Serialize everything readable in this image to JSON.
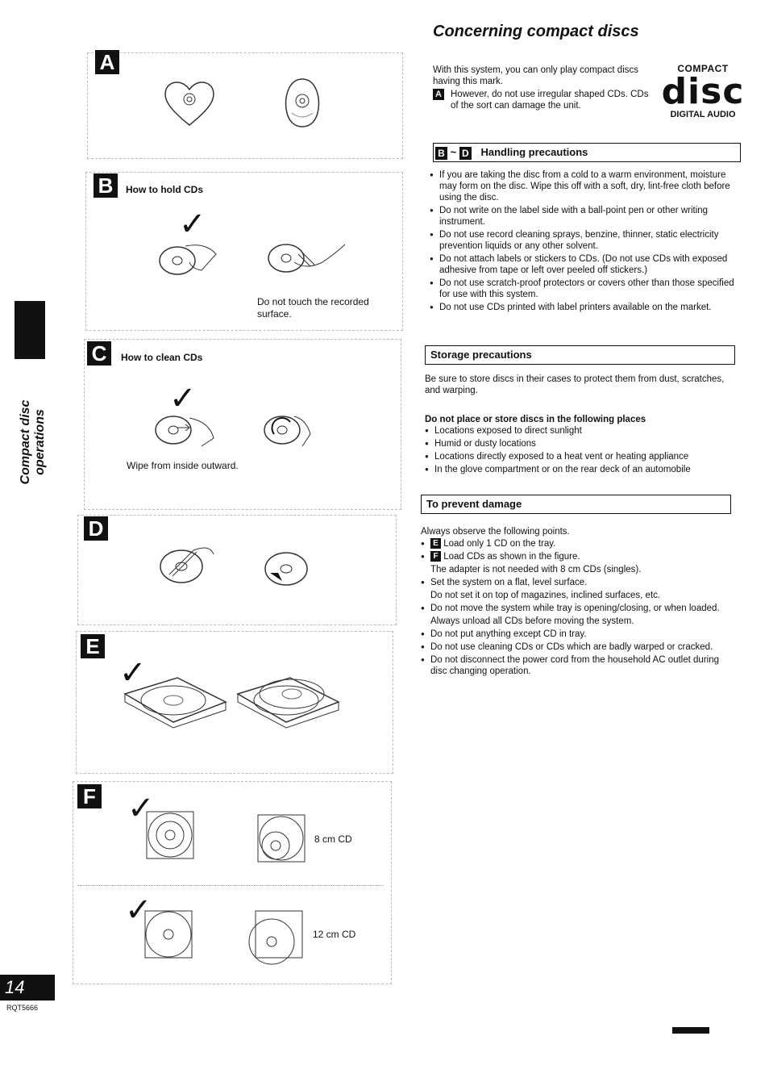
{
  "header": {
    "title": "Concerning compact discs"
  },
  "intro": {
    "line1": "With this system, you can only play compact discs having this mark.",
    "warn_badge": "A",
    "line2": "However, do not use irregular shaped CDs. CDs of the sort can damage the unit."
  },
  "logo": {
    "line1": "COMPACT",
    "line2": "disc",
    "line3": "DIGITAL AUDIO"
  },
  "handling": {
    "badge_from": "B",
    "tilde": "~",
    "badge_to": "D",
    "title": "Handling precautions",
    "items": [
      "If you are taking the disc from a cold to a warm environment, moisture may form on the disc. Wipe this off with a soft, dry, lint-free cloth before using the disc.",
      "Do not write on the label side with a ball-point pen or other writing instrument.",
      "Do not use record cleaning sprays, benzine, thinner, static electricity prevention liquids or any other solvent.",
      "Do not attach labels or stickers to CDs. (Do not use CDs with exposed adhesive from tape or left over peeled off stickers.)",
      "Do not use scratch-proof protectors or covers other than those specified for use with this system.",
      "Do not use CDs printed with label printers available on the market."
    ]
  },
  "storage": {
    "title": "Storage precautions",
    "text": "Be sure to store discs in their cases to protect them from dust, scratches, and warping.",
    "subhead": "Do not place or store discs in the following places",
    "items": [
      "Locations exposed to direct sunlight",
      "Humid or dusty locations",
      "Locations directly exposed to a heat vent or heating appliance",
      "In the glove compartment or on the rear deck of an automobile"
    ]
  },
  "prevent": {
    "title": "To prevent damage",
    "intro": "Always observe the following points.",
    "badge_e": "E",
    "badge_f": "F",
    "item_e": "Load only 1 CD on the tray.",
    "item_f": "Load CDs as shown in the figure.",
    "item_f_note": "The adapter is not needed with 8 cm CDs (singles).",
    "item_level": "Set the system on a flat, level surface.",
    "item_level_note": "Do not set it on top of magazines, inclined surfaces, etc.",
    "item_move": "Do not move the system while tray is opening/closing, or when loaded.",
    "item_move_note": "Always unload all CDs before moving the system.",
    "item_nothing": "Do not put anything except CD in tray.",
    "item_cleaning": "Do not use cleaning CDs or CDs which are badly warped or cracked.",
    "item_power": "Do not disconnect the power cord from the household AC outlet during disc changing operation."
  },
  "panels": {
    "a": {
      "badge": "A"
    },
    "b": {
      "badge": "B",
      "title": "How to hold CDs",
      "caption": "Do not touch the recorded surface."
    },
    "c": {
      "badge": "C",
      "title": "How to clean CDs",
      "caption": "Wipe from inside outward."
    },
    "d": {
      "badge": "D"
    },
    "e": {
      "badge": "E"
    },
    "f": {
      "badge": "F",
      "label_8cm": "8 cm CD",
      "label_12cm": "12 cm CD"
    }
  },
  "sidebar": {
    "label": "Compact disc operations"
  },
  "footer": {
    "page_number": "14",
    "code": "RQT5666"
  }
}
